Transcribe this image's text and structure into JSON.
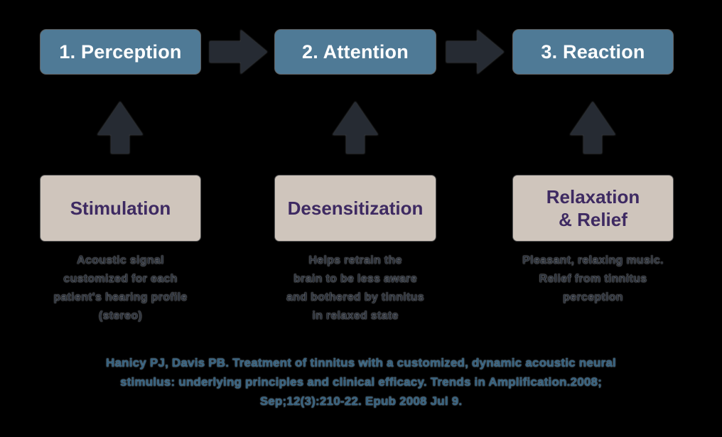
{
  "colors": {
    "background": "#000000",
    "stage_box_bg": "#4F7A96",
    "stage_box_text": "#FFFFFF",
    "arrow_fill": "#262B33",
    "method_box_bg": "#CFC5BC",
    "method_box_text": "#3E2A62",
    "description_text": "#2B313B",
    "citation_text": "#35617F"
  },
  "stages": [
    {
      "step_label": "1. Perception",
      "method_label": "Stimulation",
      "description": "Acoustic signal\ncustomized for each\npatient's hearing profile\n(stereo)"
    },
    {
      "step_label": "2. Attention",
      "method_label": "Desensitization",
      "description": "Helps retrain the\nbrain to be less aware\nand bothered by tinnitus\nin relaxed state"
    },
    {
      "step_label": "3. Reaction",
      "method_label": "Relaxation\n& Relief",
      "description": "Pleasant, relaxing music.\nRelief from tinnitus\nperception"
    }
  ],
  "citation": "Hanicy PJ, Davis PB. Treatment of tinnitus with a customized, dynamic acoustic neural\nstimulus: underlying principles and clinical efficacy. Trends in Amplification.2008;\nSep;12(3):210-22. Epub 2008 Jul 9."
}
